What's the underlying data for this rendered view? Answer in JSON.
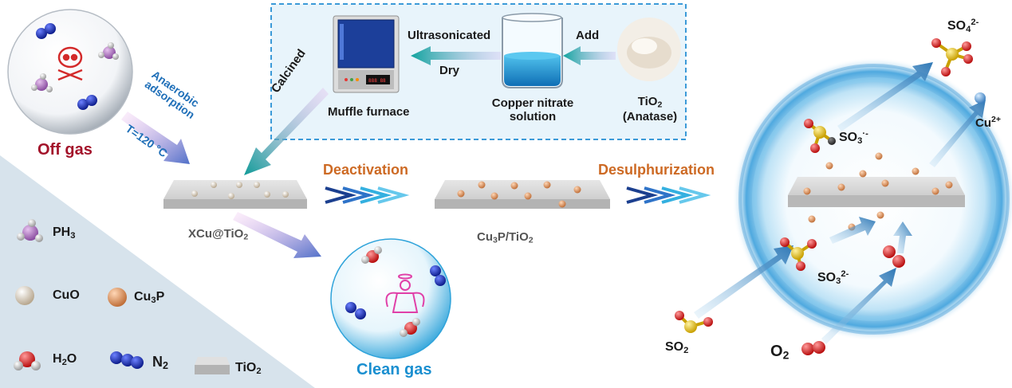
{
  "colors": {
    "background_panel": "#d7e3ec",
    "dashed_box_border": "#3b9ad8",
    "dashed_box_fill": "#e8f4fb",
    "stage_title": "#cd6a24",
    "blue_text": "#1f6fb8",
    "off_gas_text": "#a3132a",
    "clean_gas_text": "#1a8fd0",
    "oxygen": "#d31d1d",
    "sulfur": "#e8c21e",
    "nitrogen": "#1b33b8",
    "phosphorus": "#b474c8",
    "cuo": "#f1ebe0",
    "cu3p": "#e0a070",
    "tio2": "#c9c9c9"
  },
  "synthesis": {
    "furnace_label": "Muffle furnace",
    "solution_label_1": "Copper nitrate",
    "solution_label_2": "solution",
    "tio2_formula": "TiO",
    "tio2_sub": "2",
    "tio2_phase": "(Anatase)",
    "step_ultrasonicated": "Ultrasonicated",
    "step_dry": "Dry",
    "step_add": "Add",
    "step_calcined": "Calcined"
  },
  "off_gas": {
    "label": "Off gas",
    "step_1": "Anaerobic",
    "step_2": "adsorption",
    "temperature": "T=120 °C",
    "icon": "skull-crossbones-icon"
  },
  "process": {
    "catalyst_1_main": "XCu@TiO",
    "catalyst_1_sub": "2",
    "deactivation": "Deactivation",
    "catalyst_2_a": "Cu",
    "catalyst_2_sub_a": "3",
    "catalyst_2_b": "P/TiO",
    "catalyst_2_sub_b": "2",
    "desulphurization": "Desulphurization"
  },
  "clean_gas": {
    "label": "Clean gas",
    "icon": "angel-icon"
  },
  "legend": {
    "ph3": "PH",
    "ph3_sub": "3",
    "cuo": "CuO",
    "cu3p_a": "Cu",
    "cu3p_sub": "3",
    "cu3p_b": "P",
    "h2o_a": "H",
    "h2o_sub": "2",
    "h2o_b": "O",
    "n2": "N",
    "n2_sub": "2",
    "tio2": "TiO",
    "tio2_sub": "2"
  },
  "desulph": {
    "so4": "SO",
    "so4_sub": "4",
    "so4_sup": "2-",
    "cu2": "Cu",
    "cu2_sup": "2+",
    "so3_radical": "SO",
    "so3_radical_sub": "3",
    "so3_radical_sup": "·-",
    "so3_ion": "SO",
    "so3_ion_sub": "3",
    "so3_ion_sup": "2-",
    "so2": "SO",
    "so2_sub": "2",
    "o2": "O",
    "o2_sub": "2"
  }
}
